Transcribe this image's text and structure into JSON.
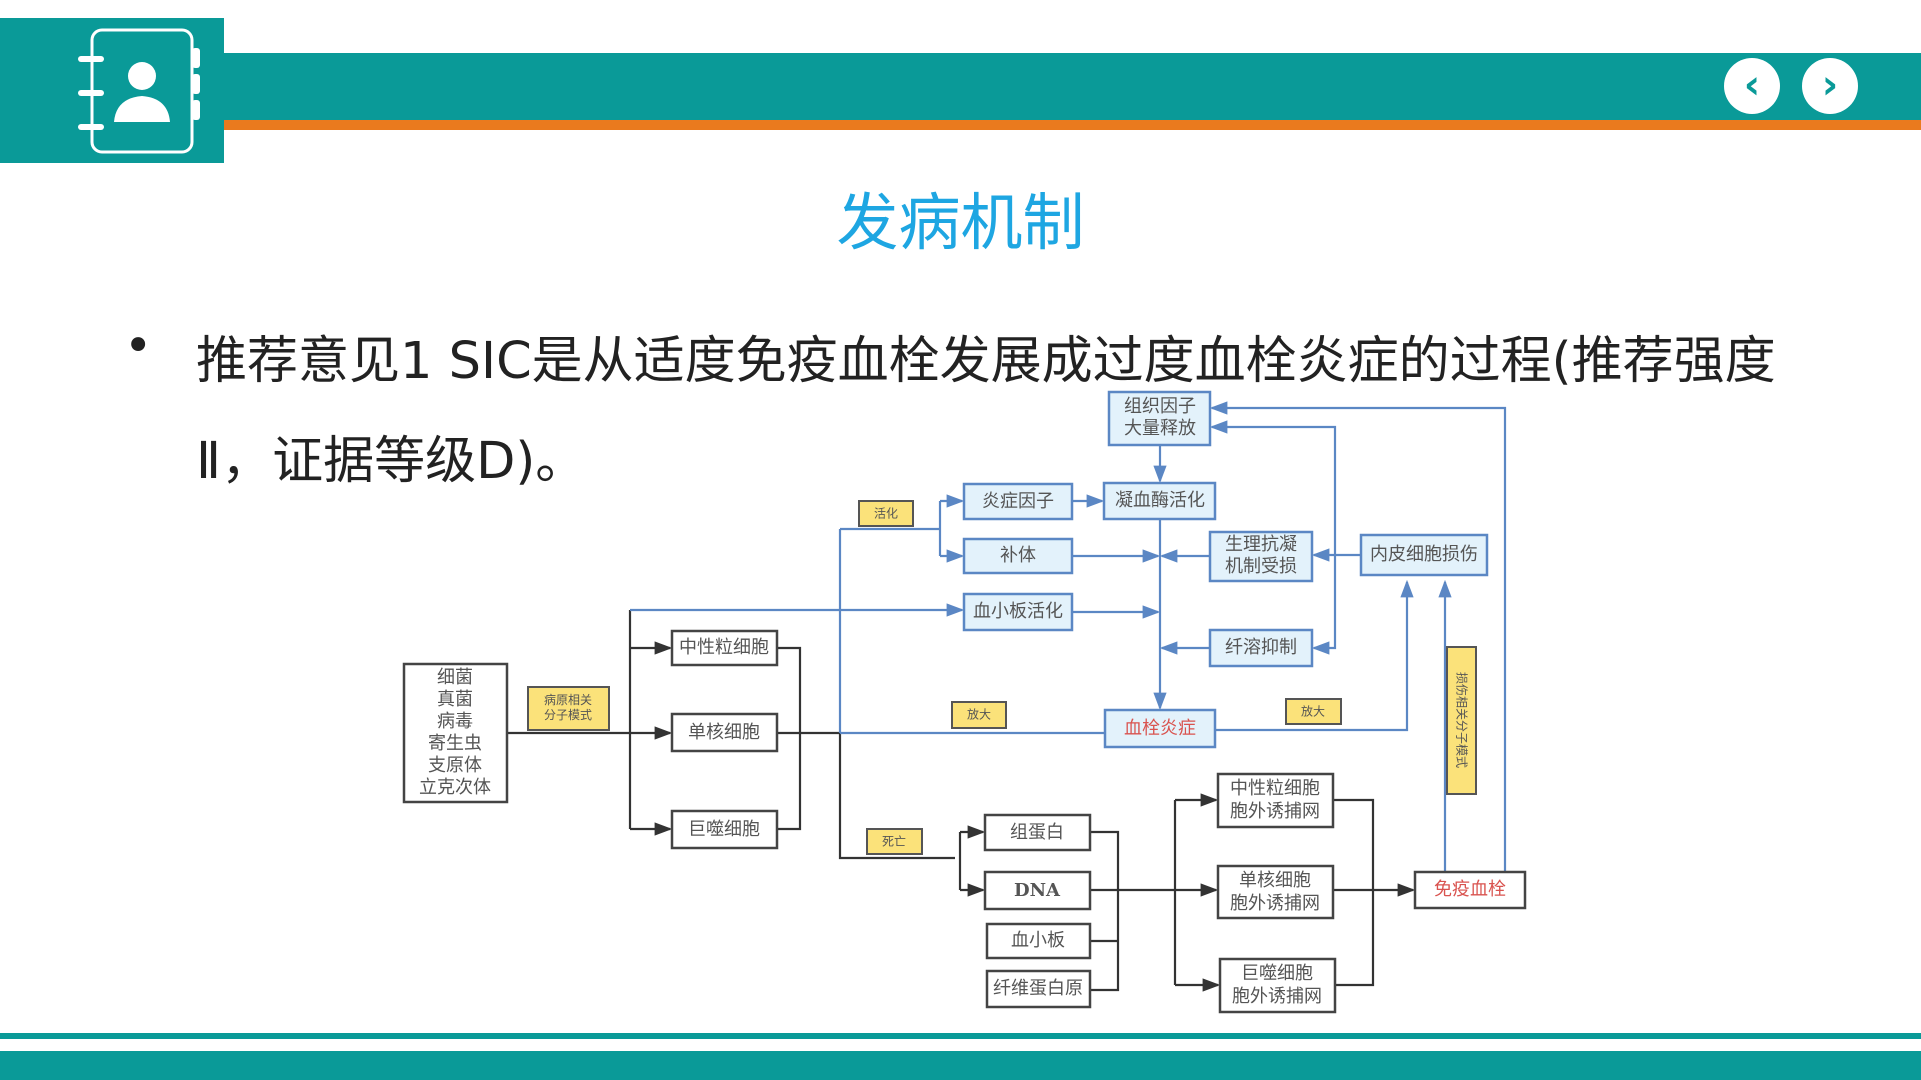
{
  "header": {
    "title": "发病机制",
    "prev_icon": "chevron-left-icon",
    "next_icon": "chevron-right-icon",
    "logo_icon": "contact-book-icon"
  },
  "body": {
    "bullet": "•",
    "text": "推荐意见1 SIC是从适度免疫血栓发展成过度血栓炎症的过程(推荐强度Ⅱ，证据等级D)。"
  },
  "diagram": {
    "pathogens": [
      "细菌",
      "真菌",
      "病毒",
      "寄生虫",
      "支原体",
      "立克次体"
    ],
    "pamp": [
      "病原相关",
      "分子模式"
    ],
    "neutrophil": "中性粒细胞",
    "monocyte": "单核细胞",
    "macrophage": "巨噬细胞",
    "activate": "活化",
    "inflammatory_factor": "炎症因子",
    "complement": "补体",
    "platelet_activation": "血小板活化",
    "tissue_factor": [
      "组织因子",
      "大量释放"
    ],
    "thrombin_activation": "凝血酶活化",
    "anticoag": [
      "生理抗凝",
      "机制受损"
    ],
    "fibrinolysis": "纤溶抑制",
    "endothelial": "内皮细胞损伤",
    "thromboinflammation": "血栓炎症",
    "amplify_left": "放大",
    "amplify_right": "放大",
    "damp": "损伤相关分子模式",
    "death": "死亡",
    "histone": "组蛋白",
    "dna": "DNA",
    "platelet": "血小板",
    "fibrinogen": "纤维蛋白原",
    "net": [
      "中性粒细胞",
      "胞外诱捕网"
    ],
    "met": [
      "单核细胞",
      "胞外诱捕网"
    ],
    "macet": [
      "巨噬细胞",
      "胞外诱捕网"
    ],
    "immunothrombosis": "免疫血栓"
  },
  "colors": {
    "teal": "#0a9a98",
    "orange": "#ea7a1e",
    "title": "#1ea6e2"
  }
}
